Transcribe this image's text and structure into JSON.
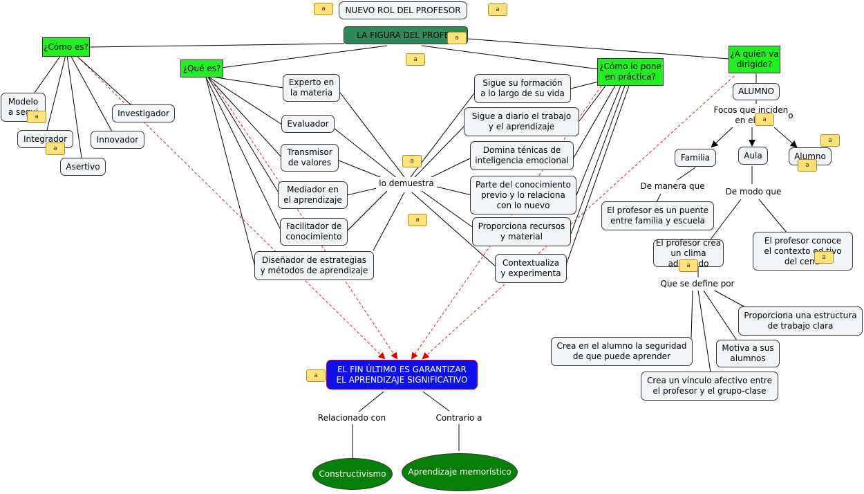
{
  "nodes": {
    "nuevo_rol": "NUEVO ROL DEL PROFESOR",
    "figura": "LA FIGURA DEL PROFES",
    "como_es": "¿Cómo es?",
    "que_es": "¿Qué es?",
    "como_pone": "¿Cómo lo pone\nen práctica?",
    "a_quien": "¿A quién va\ndirigido?",
    "modelo": "Modelo\na segui",
    "integrador": "Integrador",
    "asertivo": "Asertivo",
    "innovador": "Innovador",
    "investigador": "Investigador",
    "experto": "Experto en\nla materia",
    "evaluador": "Evaluador",
    "transmisor": "Transmisor\nde valores",
    "mediador": "Mediador en\nel aprendizaje",
    "facilitador": "Facilitador de\nconocimiento",
    "disenador": "Diseñador de estrategias\ny métodos de aprendizaje",
    "lo_demuestra": "lo demuestra",
    "sigue_formacion": "Sigue su formación\na lo largo de su vida",
    "sigue_diario": "Sigue a diario el trabajo\ny el aprendizaje",
    "domina": "Domina ténicas de\ninteligencia emocional",
    "parte": "Parte del conocimiento\nprevio y lo relaciona\ncon lo nuevo",
    "proporciona_recursos": "Proporciona recursos\ny material",
    "contextualiza": "Contextualiza\ny experimenta",
    "alumno_top": "ALUMNO",
    "focos": "Focos que inciden\nen el pr",
    "focos_tail": "o",
    "familia": "Familia",
    "aula": "Aula",
    "alumno": "Alumno",
    "de_manera": "De manera que",
    "puente": "El profesor es un puente\nentre familia y escuela",
    "de_modo": "De modo que",
    "crea_clima": "El profesor crea\nun clima adecuado",
    "conoce": "El profesor conoce\nel contexto ed      tivo\ndel centr",
    "que_define": "Que se define por",
    "estructura": "Proporciona una estructura\nde trabajo clara",
    "motiva": "Motiva a sus\nalumnos",
    "seguridad": "Crea en el alumno la seguridad\nde que puede aprender",
    "vinculo": "Crea un vínculo afectivo entre\nel profesor y el grupo-clase",
    "fin": "EL FIN ÚLTIMO ES GARANTIZAR\nEL APRENDIZAJE SIGNIFICATIVO",
    "relacionado": "Relacionado con",
    "contrario": "Contrario a",
    "constructivismo": "Constructivismo",
    "memoristico": "Aprendizaje memorístico"
  },
  "note_icon_glyph": "a",
  "colors": {
    "question": "#22ee22",
    "central": "#2e8b57",
    "goal": "#1010ee",
    "goal_border": "#cc0000",
    "ellipse": "#087f08",
    "dashed_link": "#e02020"
  }
}
